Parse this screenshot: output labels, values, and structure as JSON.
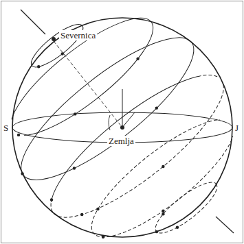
{
  "diagram": {
    "labels": [
      "Severnica",
      "S",
      "J",
      "Zemlja"
    ]
  }
}
